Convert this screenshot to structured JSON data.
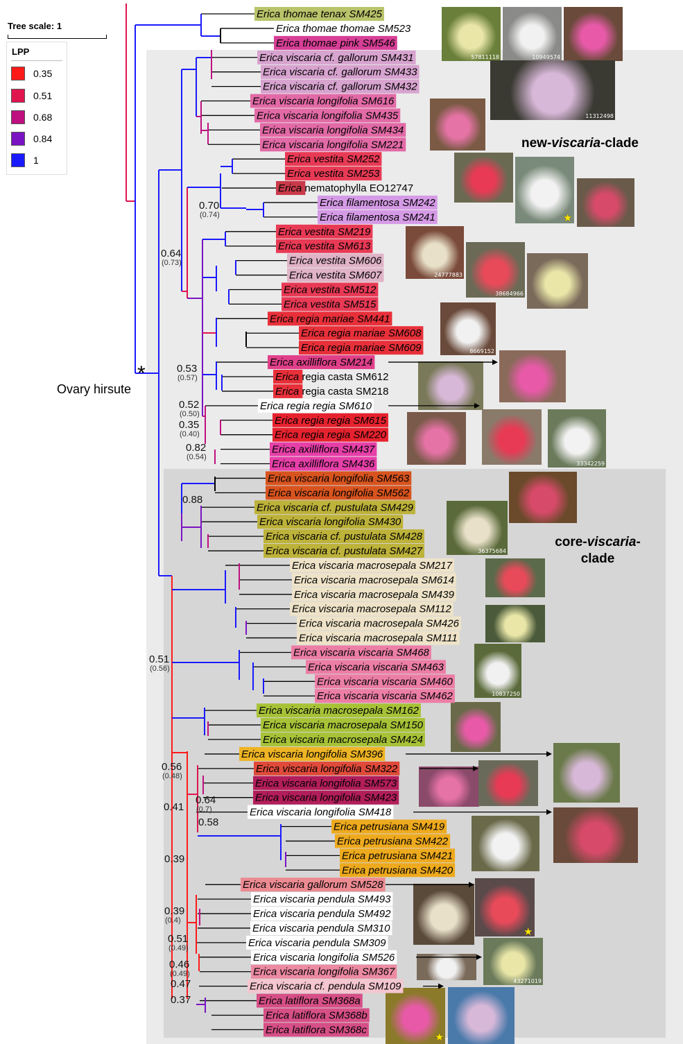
{
  "tree_scale": {
    "label": "Tree scale: 1"
  },
  "legend": {
    "title": "LPP",
    "items": [
      {
        "value": "0.35",
        "color": "#ff1a1a"
      },
      {
        "value": "0.51",
        "color": "#e0144e"
      },
      {
        "value": "0.68",
        "color": "#bf1080"
      },
      {
        "value": "0.84",
        "color": "#7a14c2"
      },
      {
        "value": "1",
        "color": "#1a1aff"
      }
    ]
  },
  "ovary_label": "Ovary hirsute",
  "new_clade_label": {
    "prefix": "new-",
    "italic": "viscaria",
    "suffix": "-clade"
  },
  "core_clade_label": {
    "prefix": "core-",
    "italic": "viscaria",
    "suffix": "-",
    "line2": "clade"
  },
  "taxa": [
    {
      "genus": "Erica",
      "rest": "thomae tenax SM425",
      "bg": "#b9c36a"
    },
    {
      "genus": "Erica",
      "rest": "thomae thomae SM523",
      "bg": "#ffffff"
    },
    {
      "genus": "Erica",
      "rest": "thomae pink SM546",
      "bg": "#d63f96"
    },
    {
      "genus": "Erica",
      "rest": "viscaria cf. gallorum SM431",
      "bg": "#d7a3cf"
    },
    {
      "genus": "Erica",
      "rest": "viscaria cf. gallorum SM433",
      "bg": "#d7a3cf"
    },
    {
      "genus": "Erica",
      "rest": "viscaria cf. gallorum SM432",
      "bg": "#d7a3cf"
    },
    {
      "genus": "Erica",
      "rest": "viscaria longifolia SM616",
      "bg": "#e26aa6"
    },
    {
      "genus": "Erica",
      "rest": "viscaria longifolia SM435",
      "bg": "#e26aa6"
    },
    {
      "genus": "Erica",
      "rest": "viscaria longifolia SM434",
      "bg": "#e26aa6"
    },
    {
      "genus": "Erica",
      "rest": "viscaria longifolia SM221",
      "bg": "#e26aa6"
    },
    {
      "genus": "Erica",
      "rest": "vestita SM252",
      "bg": "#e83a55"
    },
    {
      "genus": "Erica",
      "rest": "vestita SM253",
      "bg": "#e83a55"
    },
    {
      "genus": "Erica",
      "rest": "nematophylla EO12747",
      "bg": "#c83a4a",
      "genus_only": true
    },
    {
      "genus": "Erica",
      "rest": "filamentosa SM242",
      "bg": "#d59ae6"
    },
    {
      "genus": "Erica",
      "rest": "filamentosa SM241",
      "bg": "#d59ae6"
    },
    {
      "genus": "Erica",
      "rest": "vestita SM219",
      "bg": "#e83a55"
    },
    {
      "genus": "Erica",
      "rest": "vestita SM613",
      "bg": "#e83a55"
    },
    {
      "genus": "Erica",
      "rest": "vestita SM606",
      "bg": "#e0b3c6"
    },
    {
      "genus": "Erica",
      "rest": "vestita SM607",
      "bg": "#e0b3c6"
    },
    {
      "genus": "Erica",
      "rest": "vestita SM512",
      "bg": "#e83a55"
    },
    {
      "genus": "Erica",
      "rest": "vestita SM515",
      "bg": "#e83a55"
    },
    {
      "genus": "Erica",
      "rest": "regia mariae SM441",
      "bg": "#e8303a"
    },
    {
      "genus": "Erica",
      "rest": "regia mariae SM608",
      "bg": "#e8303a"
    },
    {
      "genus": "Erica",
      "rest": "regia mariae SM609",
      "bg": "#e8303a"
    },
    {
      "genus": "Erica",
      "rest": "axilliflora SM214",
      "bg": "#e0408a"
    },
    {
      "genus": "Erica",
      "rest": "regia casta SM612",
      "bg": "#e8303a",
      "genus_only": true
    },
    {
      "genus": "Erica",
      "rest": "regia casta SM218",
      "bg": "#e8303a",
      "genus_only": true
    },
    {
      "genus": "Erica",
      "rest": "regia regia SM610",
      "bg": "#ffffff"
    },
    {
      "genus": "Erica",
      "rest": "regia regia SM615",
      "bg": "#e6222e"
    },
    {
      "genus": "Erica",
      "rest": "regia regia SM220",
      "bg": "#e6222e"
    },
    {
      "genus": "Erica",
      "rest": "axilliflora SM437",
      "bg": "#e63fa8"
    },
    {
      "genus": "Erica",
      "rest": "axilliflora SM436",
      "bg": "#e63fa8"
    },
    {
      "genus": "Erica",
      "rest": "viscaria longifolia SM563",
      "bg": "#d8541f"
    },
    {
      "genus": "Erica",
      "rest": "viscaria longifolia SM562",
      "bg": "#d8541f"
    },
    {
      "genus": "Erica",
      "rest": "viscaria cf. pustulata SM429",
      "bg": "#bdb23a"
    },
    {
      "genus": "Erica",
      "rest": "viscaria longifolia SM430",
      "bg": "#bdb23a"
    },
    {
      "genus": "Erica",
      "rest": "viscaria cf. pustulata SM428",
      "bg": "#bdb23a"
    },
    {
      "genus": "Erica",
      "rest": "viscaria cf. pustulata SM427",
      "bg": "#bdb23a"
    },
    {
      "genus": "Erica",
      "rest": "viscaria macrosepala SM217",
      "bg": "#eee3c8"
    },
    {
      "genus": "Erica",
      "rest": "viscaria macrosepala SM614",
      "bg": "#eee3c8"
    },
    {
      "genus": "Erica",
      "rest": "viscaria macrosepala SM439",
      "bg": "#eee3c8"
    },
    {
      "genus": "Erica",
      "rest": "viscaria macrosepala SM112",
      "bg": "#eee3c8"
    },
    {
      "genus": "Erica",
      "rest": "viscaria macrosepala SM426",
      "bg": "#eee3c8"
    },
    {
      "genus": "Erica",
      "rest": "viscaria macrosepala SM111",
      "bg": "#eee3c8"
    },
    {
      "genus": "Erica",
      "rest": "viscaria viscaria SM468",
      "bg": "#ec7ea6"
    },
    {
      "genus": "Erica",
      "rest": "viscaria viscaria SM463",
      "bg": "#ec7ea6"
    },
    {
      "genus": "Erica",
      "rest": "viscaria viscaria SM460",
      "bg": "#ec7ea6"
    },
    {
      "genus": "Erica",
      "rest": "viscaria viscaria SM462",
      "bg": "#ec7ea6"
    },
    {
      "genus": "Erica",
      "rest": "viscaria macrosepala SM162",
      "bg": "#a8c238"
    },
    {
      "genus": "Erica",
      "rest": "viscaria macrosepala SM150",
      "bg": "#a8c238"
    },
    {
      "genus": "Erica",
      "rest": "viscaria macrosepala SM424",
      "bg": "#a8c238"
    },
    {
      "genus": "Erica",
      "rest": "viscaria longifolia SM396",
      "bg": "#eeb424"
    },
    {
      "genus": "Erica",
      "rest": "viscaria longifolia SM322",
      "bg": "#e04a3a"
    },
    {
      "genus": "Erica",
      "rest": "viscaria longifolia SM573",
      "bg": "#b21e5a"
    },
    {
      "genus": "Erica",
      "rest": "viscaria longifolia SM423",
      "bg": "#b21e5a"
    },
    {
      "genus": "Erica",
      "rest": "viscaria longifolia SM418",
      "bg": "#ffffff"
    },
    {
      "genus": "Erica",
      "rest": "petrusiana SM419",
      "bg": "#eeaa1e"
    },
    {
      "genus": "Erica",
      "rest": "petrusiana SM422",
      "bg": "#eeaa1e"
    },
    {
      "genus": "Erica",
      "rest": "petrusiana SM421",
      "bg": "#eeaa1e"
    },
    {
      "genus": "Erica",
      "rest": "petrusiana SM420",
      "bg": "#eeaa1e"
    },
    {
      "genus": "Erica",
      "rest": "viscaria gallorum SM528",
      "bg": "#ec8a92"
    },
    {
      "genus": "Erica",
      "rest": "viscaria pendula SM493",
      "bg": "#ffffff"
    },
    {
      "genus": "Erica",
      "rest": "viscaria pendula SM492",
      "bg": "#ffffff"
    },
    {
      "genus": "Erica",
      "rest": "viscaria pendula SM310",
      "bg": "#ffffff"
    },
    {
      "genus": "Erica",
      "rest": "viscaria pendula SM309",
      "bg": "#ffffff"
    },
    {
      "genus": "Erica",
      "rest": "viscaria longifolia SM526",
      "bg": "#ffffff"
    },
    {
      "genus": "Erica",
      "rest": "viscaria longifolia SM367",
      "bg": "#ec8aa2"
    },
    {
      "genus": "Erica",
      "rest": "viscaria cf. pendula SM109",
      "bg": "#f4c6d0"
    },
    {
      "genus": "Erica",
      "rest": "latiflora SM368a",
      "bg": "#d64f86"
    },
    {
      "genus": "Erica",
      "rest": "latiflora SM368b",
      "bg": "#d64f86"
    },
    {
      "genus": "Erica",
      "rest": "latiflora SM368c",
      "bg": "#d64f86"
    }
  ],
  "support_labels": [
    {
      "text": "0.70",
      "sub": "(0.74)"
    },
    {
      "text": "0.64",
      "sub": "(0.73)"
    },
    {
      "text": "0.53",
      "sub": "(0.57)"
    },
    {
      "text": "0.52",
      "sub": "(0.50)"
    },
    {
      "text": "0.35",
      "sub": "(0.40)"
    },
    {
      "text": "0.82",
      "sub": "(0.54)"
    },
    {
      "text": "0.88",
      "sub": ""
    },
    {
      "text": "0.51",
      "sub": "(0.56)"
    },
    {
      "text": "0.56",
      "sub": "(0.48)"
    },
    {
      "text": "0.64",
      "sub": "(0.7)"
    },
    {
      "text": "0.41",
      "sub": ""
    },
    {
      "text": "0.58",
      "sub": ""
    },
    {
      "text": "0.39",
      "sub": ""
    },
    {
      "text": "0.39",
      "sub": "(0.4)"
    },
    {
      "text": "0.51",
      "sub": "(0.49)"
    },
    {
      "text": "0.46",
      "sub": "(0.49)"
    },
    {
      "text": "0.47",
      "sub": ""
    },
    {
      "text": "0.37",
      "sub": ""
    }
  ],
  "photo_ids": [
    "57811118",
    "10949574",
    "11312498",
    "24777883",
    "38684966",
    "8669152",
    "33342259",
    "36375684",
    "10837250",
    "43271019"
  ]
}
